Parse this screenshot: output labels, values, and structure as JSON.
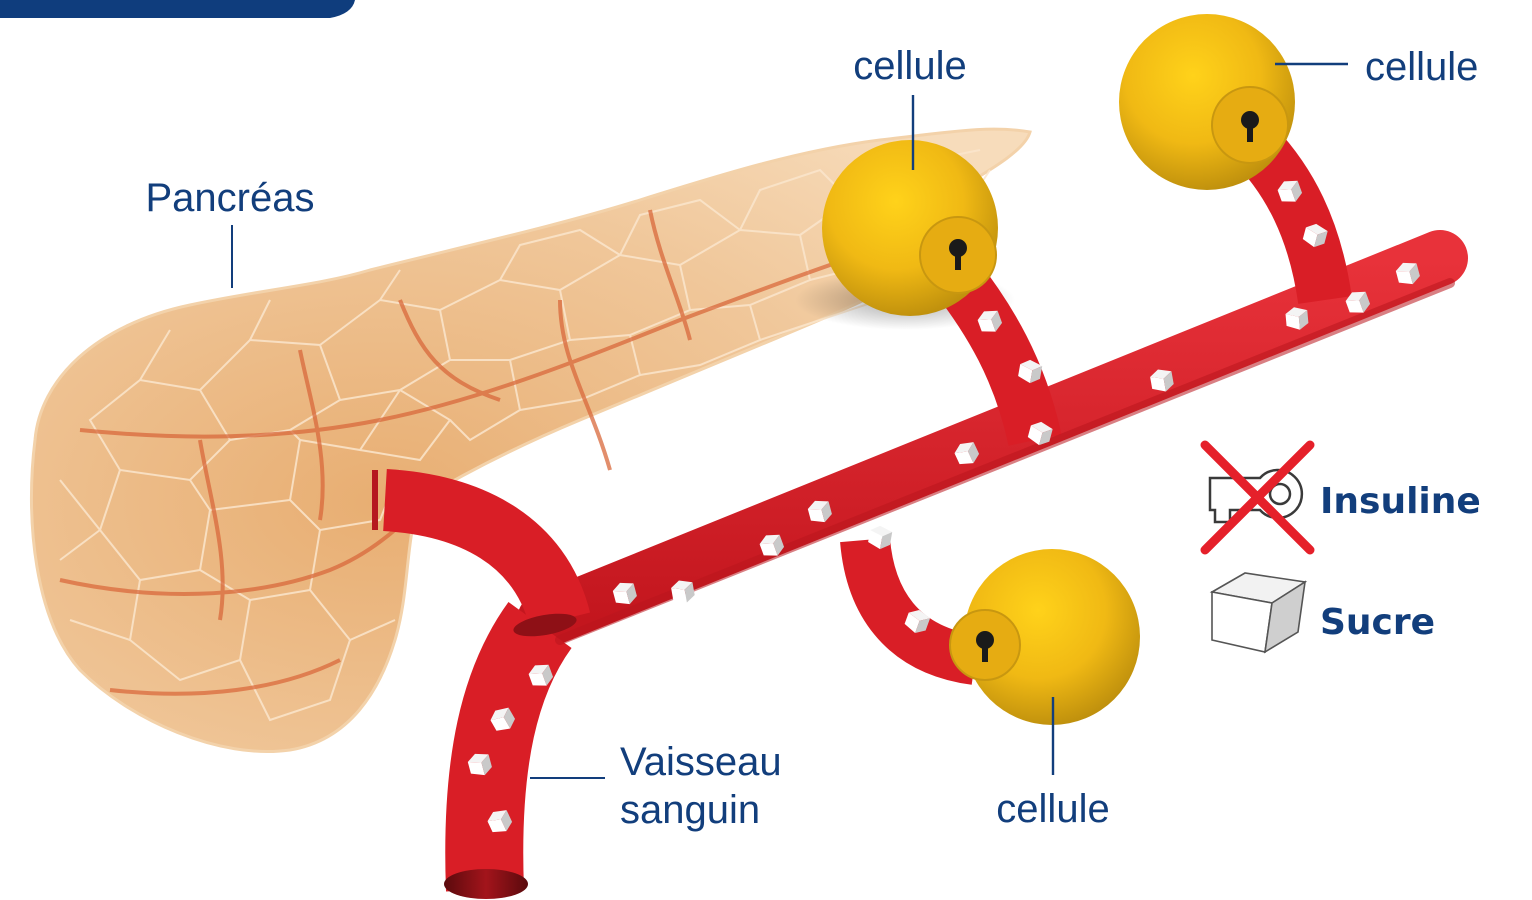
{
  "labels": {
    "pancreas": "Pancréas",
    "vessel_line1": "Vaisseau",
    "vessel_line2": "sanguin",
    "cell_top": "cellule",
    "cell_top_right": "cellule",
    "cell_bottom": "cellule"
  },
  "legend": {
    "insulin_label": "Insuline",
    "insulin_icon": "crossed-out-key-icon",
    "sugar_label": "Sucre",
    "sugar_icon": "sugar-cube-icon"
  },
  "colors": {
    "header_band": "#0f3d7d",
    "text": "#123e7c",
    "vessel": "#dd2027",
    "vessel_dark": "#a3141b",
    "cell": "#f1bd17",
    "cell_dark": "#b98b0c",
    "pancreas": "#f0c79a",
    "pancreas_outline": "#f6dcb8",
    "cross": "#e5202a"
  }
}
